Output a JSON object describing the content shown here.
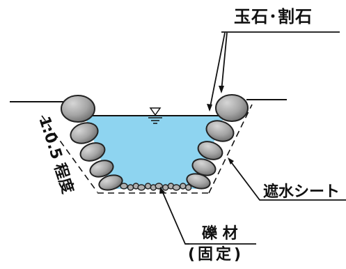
{
  "diagram": {
    "labels": {
      "stones": "玉石･割石",
      "slope": "1:0.5 程度",
      "sheet": "遮水シート",
      "gravel_line1": "礫 材",
      "gravel_line2": "(固定)"
    },
    "colors": {
      "water": "#8ed4f0",
      "stone": "#a9a9a9",
      "stone_edge": "#222222",
      "line": "#111111"
    },
    "icons": [
      "water-level-icon"
    ]
  }
}
